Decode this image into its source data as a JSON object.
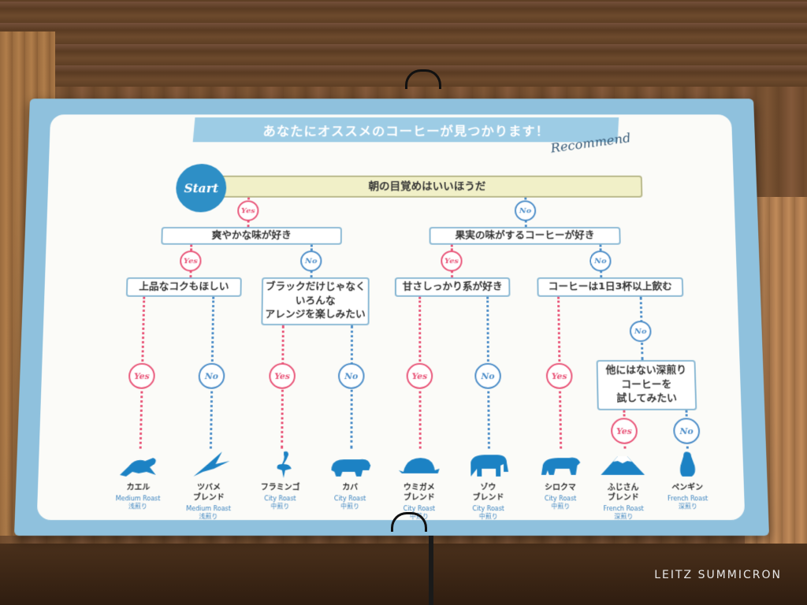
{
  "title": "あなたにオススメのコーヒーが見つかります！",
  "recommend": "Recommend",
  "start": "Start",
  "questions": {
    "q1": "朝の目覚めはいいほうだ",
    "q2": "爽やかな味が好き",
    "q3": "果実の味がするコーヒーが好き",
    "q4": "上品なコクもほしい",
    "q5": "ブラックだけじゃなく\nいろんな\nアレンジを楽しみたい",
    "q6": "甘さしっかり系が好き",
    "q7": "コーヒーは1日3杯以上飲む",
    "q8": "他にはない深煎り\nコーヒーを\n試してみたい"
  },
  "tags": {
    "yes": "Yes",
    "no": "No"
  },
  "results": [
    {
      "name": "カエル",
      "roast": "Medium Roast",
      "jp": "浅煎り",
      "icon": "frog-icon"
    },
    {
      "name": "ツバメ\nブレンド",
      "roast": "Medium Roast",
      "jp": "浅煎り",
      "icon": "swallow-icon"
    },
    {
      "name": "フラミンゴ",
      "roast": "City Roast",
      "jp": "中煎り",
      "icon": "flamingo-icon"
    },
    {
      "name": "カバ",
      "roast": "City Roast",
      "jp": "中煎り",
      "icon": "hippo-icon"
    },
    {
      "name": "ウミガメ\nブレンド",
      "roast": "City Roast",
      "jp": "中煎り",
      "icon": "turtle-icon"
    },
    {
      "name": "ゾウ\nブレンド",
      "roast": "City Roast",
      "jp": "中煎り",
      "icon": "elephant-icon"
    },
    {
      "name": "シロクマ",
      "roast": "City Roast",
      "jp": "中煎り",
      "icon": "polar-bear-icon"
    },
    {
      "name": "ふじさん\nブレンド",
      "roast": "French Roast",
      "jp": "深煎り",
      "icon": "mount-fuji-icon"
    },
    {
      "name": "ペンギン",
      "roast": "French Roast",
      "jp": "深煎り",
      "icon": "penguin-icon"
    }
  ],
  "colors": {
    "yes": "#e9577a",
    "no": "#4f8fc9",
    "accent": "#2e8fc6"
  },
  "watermark": "LEITZ SUMMICRON"
}
